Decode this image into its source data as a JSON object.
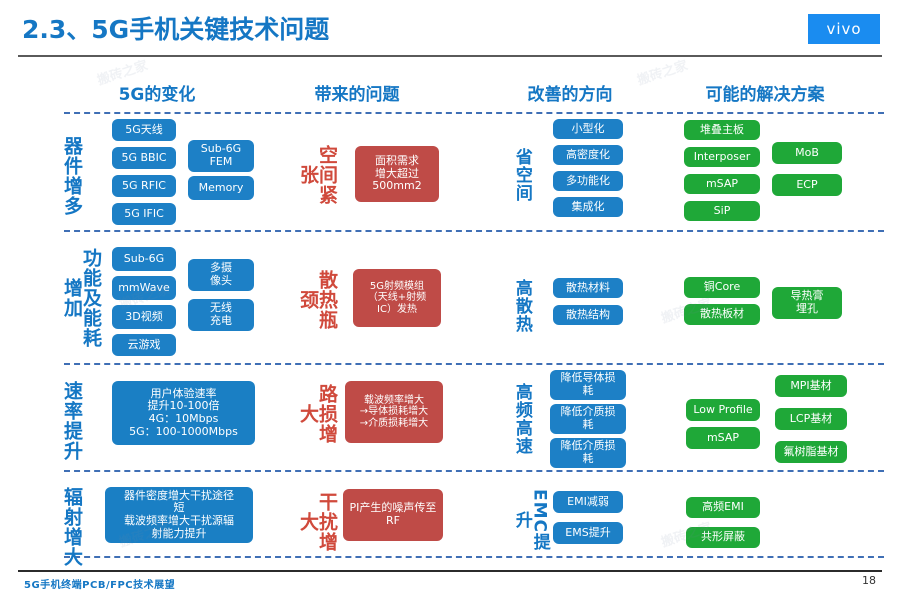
{
  "header": {
    "title": "2.3、5G手机关键技术问题",
    "logo": "vivo"
  },
  "columns": [
    {
      "label": "5G的变化"
    },
    {
      "label": "带来的问题"
    },
    {
      "label": "改善的方向"
    },
    {
      "label": "可能的解决方案"
    }
  ],
  "rows": [
    {
      "label": "器件增多",
      "changes": [
        "5G天线",
        "5G BBIC",
        "5G RFIC",
        "5G IFIC",
        "Sub-6G\nFEM",
        "Memory"
      ],
      "problem": "面积需求\n增大超过\n500mm2",
      "direction": "省空间",
      "solutions_a": [
        "堆叠主板",
        "Interposer",
        "mSAP",
        "SiP"
      ],
      "improvements": [
        "小型化",
        "高密度化",
        "多功能化",
        "集成化"
      ],
      "solutions_b": [
        "MoB",
        "ECP"
      ]
    },
    {
      "label": "功能及能耗增加",
      "changes": [
        "Sub-6G",
        "mmWave",
        "3D视频",
        "云游戏",
        "多摄\n像头",
        "无线\n充电"
      ],
      "problem": "5G射频模组\n（天线+射频\nIC）发热",
      "direction": "高散热",
      "improvements": [
        "散热材料",
        "散热结构"
      ],
      "solutions_a": [
        "铜Core",
        "散热板材"
      ],
      "solutions_b": [
        "导热膏\n埋孔"
      ]
    },
    {
      "label": "速率提升",
      "changes": [
        "用户体验速率\n提升10-100倍\n4G：10Mbps\n5G：100-1000Mbps"
      ],
      "problem": "载波频率增大\n→导体损耗增大\n→介质损耗增大",
      "direction": "高频高速",
      "improvements": [
        "降低导体损\n耗",
        "降低介质损\n耗",
        "降低介质损\n耗"
      ],
      "solutions_a": [
        "Low Profile",
        "mSAP"
      ],
      "solutions_b": [
        "MPI基材",
        "LCP基材",
        "氟树脂基材"
      ]
    },
    {
      "label": "辐射增大",
      "changes": [
        "器件密度增大干扰途径\n短\n载波频率增大干扰源辐\n射能力提升"
      ],
      "problem": "PI产生的噪声传至\nRF",
      "direction": "EMC提升",
      "improvements": [
        "EMI减弱",
        "EMS提升"
      ],
      "solutions_a": [
        "高频EMI",
        "共形屏蔽"
      ],
      "solutions_b": []
    }
  ],
  "problem_labels": [
    "空间紧张",
    "散热瓶颈",
    "路损增大",
    "干扰增大"
  ],
  "footer": {
    "text": "5G手机终端PCB/FPC技术展望",
    "page": "18"
  },
  "colors": {
    "blue": "#1d80c6",
    "green": "#1fa838",
    "red": "#bf4b47",
    "title_blue": "#1577c4",
    "vivo_blue": "#1a8cf0"
  }
}
